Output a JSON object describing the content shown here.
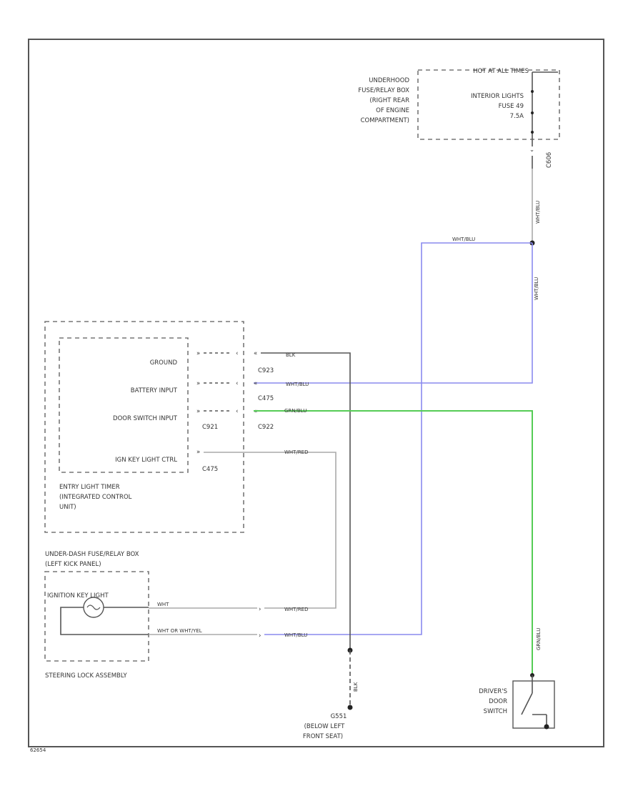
{
  "components": {
    "underhood_box": [
      "UNDERHOOD",
      "FUSE/RELAY BOX",
      "(RIGHT REAR",
      "OF ENGINE",
      "COMPARTMENT)"
    ],
    "hot_at_all_times": "HOT AT ALL TIMES",
    "fuse": [
      "INTERIOR LIGHTS",
      "FUSE 49",
      "7.5A"
    ],
    "connector_c606": "C606",
    "timer_pins": [
      "GROUND",
      "BATTERY INPUT",
      "DOOR SWITCH INPUT",
      "IGN KEY LIGHT CTRL"
    ],
    "timer_label": [
      "ENTRY LIGHT TIMER",
      "(INTEGRATED CONTROL",
      "UNIT)"
    ],
    "connectors": {
      "c923": "C923",
      "c475a": "C475",
      "c921": "C921",
      "c922": "C922",
      "c475b": "C475"
    },
    "underdash_box": [
      "UNDER-DASH FUSE/RELAY BOX",
      "(LEFT KICK PANEL)"
    ],
    "ign_light": "IGNITION KEY LIGHT",
    "steering_lock": "STEERING LOCK ASSEMBLY",
    "ground_g551": [
      "G551",
      "(BELOW LEFT",
      "FRONT SEAT)"
    ],
    "door_switch": [
      "DRIVER'S",
      "DOOR",
      "SWITCH"
    ],
    "diagram_id": "62654"
  },
  "wires": {
    "blk": "BLK",
    "wht_blu_top": "WHT/BLU",
    "wht_blu_vert1": "WHT/BLU",
    "wht_blu_vert2": "WHT/BLU",
    "wht_blu_battery": "WHT/BLU",
    "grn_blu_door": "GRN/BLU",
    "wht_red_ign": "WHT/RED",
    "wht_plain": "WHT",
    "wht_or_whtyel": "WHT OR WHT/YEL",
    "wht_red_lower": "WHT/RED",
    "wht_blu_lower": "WHT/BLU",
    "grn_blu_vert": "GRN/BLU",
    "blk_vert": "BLK"
  },
  "colors": {
    "blue_wire": "#8a8aee",
    "green_wire": "#55cc55",
    "black_wire": "#555555"
  }
}
